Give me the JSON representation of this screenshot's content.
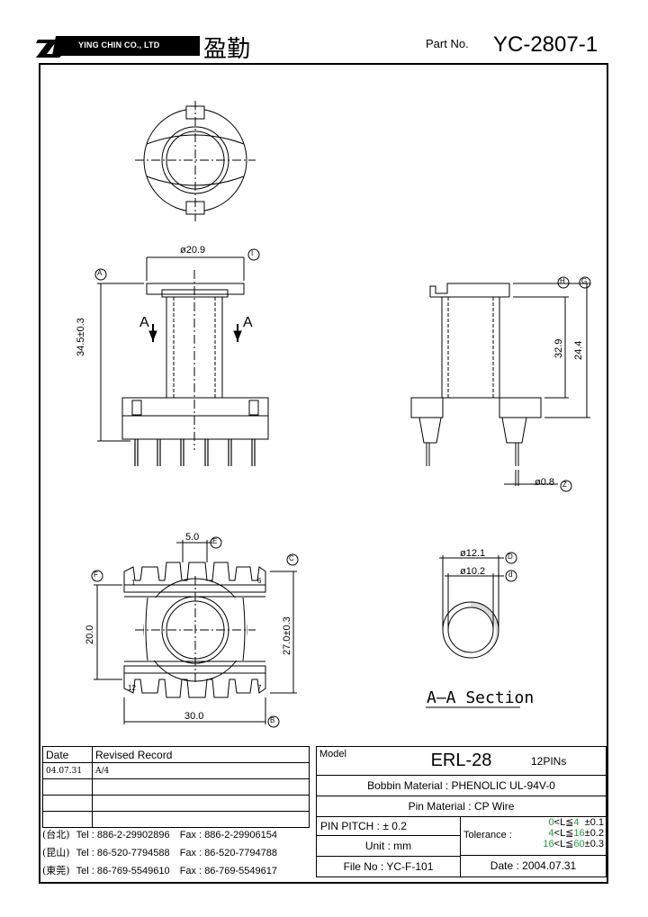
{
  "header": {
    "company": "YING CHIN CO., LTD",
    "chinese_name": "盈勤",
    "part_label": "Part No.",
    "part_no": "YC-2807-1"
  },
  "dims": {
    "d20_9": "ø20.9",
    "height_34_5": "34.5±0.3",
    "h32_9": "32.9",
    "h24_4": "24.4",
    "pin_d": "ø0.8",
    "pitch_5": "5.0",
    "w20": "20.0",
    "w27": "27.0±0.3",
    "len30": "30.0",
    "d12_1": "ø12.1",
    "d10_2": "ø10.2",
    "refs": {
      "A": "A",
      "C": "C",
      "D": "D",
      "d": "d",
      "E": "E",
      "F": "F",
      "G": "G",
      "H": "H",
      "I": "I",
      "Z": "Z",
      "B": "B"
    },
    "section_a": "A",
    "pin1": "1",
    "pin6": "6",
    "pin7": "7",
    "pin12": "12"
  },
  "section_title": "A–A Section",
  "revision": {
    "col_date": "Date",
    "col_record": "Revised Record",
    "rows": [
      {
        "date": "04.07.31",
        "record": "A/4"
      }
    ]
  },
  "contacts": [
    {
      "place": "(台北)",
      "tel": "Tel : 886-2-29902896",
      "fax": "Fax : 886-2-29906154"
    },
    {
      "place": "(昆山)",
      "tel": "Tel : 86-520-7794588",
      "fax": "Fax : 86-520-7794788"
    },
    {
      "place": "(東莞)",
      "tel": "Tel : 86-769-5549610",
      "fax": "Fax : 86-769-5549617"
    }
  ],
  "spec": {
    "model_label": "Model",
    "model": "ERL-28",
    "pins": "12PINs",
    "bobbin_label": "Bobbin  Material :",
    "bobbin": "PHENOLIC UL-94V-0",
    "pin_mat_label": "Pin  Material :",
    "pin_mat": "CP Wire",
    "pitch_label": "PIN  PITCH :",
    "pitch": "± 0.2",
    "unit_label": "Unit :",
    "unit": "mm",
    "file_label": "File  No :",
    "file": "YC-F-101",
    "tol_label": "Tolerance :",
    "tol": [
      {
        "lo": "0",
        "rel": "<L≦",
        "hi": "4",
        "val": "±0.1"
      },
      {
        "lo": "4",
        "rel": "<L≦",
        "hi": "16",
        "val": "±0.2"
      },
      {
        "lo": "16",
        "rel": "<L≦",
        "hi": "60",
        "val": "±0.3"
      }
    ],
    "date_label": "Date :",
    "date": "2004.07.31"
  }
}
